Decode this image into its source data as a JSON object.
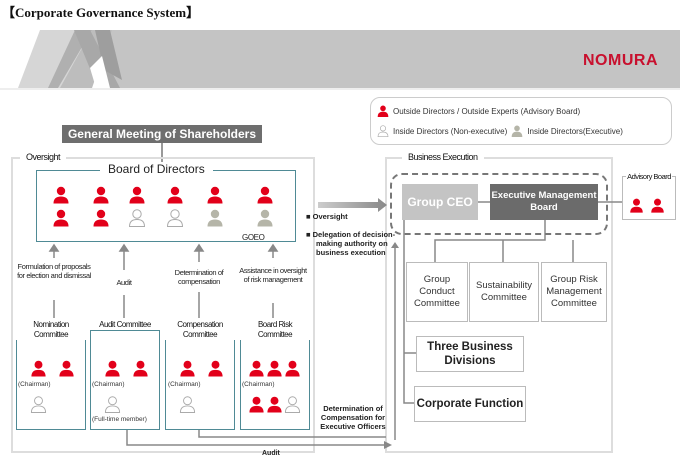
{
  "title": "【Corporate Governance System】",
  "logo": "NOMURA",
  "legend": {
    "outside": "Outside Directors / Outside Experts (Advisory Board)",
    "inside_non_exec": "Inside Directors (Non-executive)",
    "inside_exec": "Inside Directors(Executive)"
  },
  "colors": {
    "outside": "#e2001a",
    "inside_non_exec": "#ffffff",
    "inside_exec": "#b5b5a8",
    "teal_border": "#4f8a95",
    "brand": "#c8102e"
  },
  "general_meeting": "General Meeting of Shareholders",
  "oversight": {
    "label": "Oversight",
    "board": {
      "title": "Board of Directors",
      "members": [
        "outside",
        "outside",
        "outside",
        "outside",
        "outside",
        "outside",
        "outside",
        "outside",
        "inside_non_exec",
        "inside_non_exec",
        "inside_exec",
        "inside_exec"
      ],
      "geo_label": "GOEO"
    },
    "functions": [
      "Formulation of proposals for election and dismissal",
      "Audit",
      "Determination of compensation",
      "Assistance in oversight of risk management"
    ],
    "committees": [
      {
        "name": "Nomination Committee",
        "chair": "(Chairman)",
        "extra": ""
      },
      {
        "name": "Audit Committee",
        "chair": "(Chairman)",
        "extra": "(Full-time member)"
      },
      {
        "name": "Compensation Committee",
        "chair": "(Chairman)",
        "extra": ""
      },
      {
        "name": "Board Risk Committee",
        "chair": "(Chairman)",
        "extra": ""
      }
    ]
  },
  "notes": {
    "oversight": "Oversight",
    "delegation": "Delegation of decision-making authority on business execution",
    "compensation": "Determination of Compensation for Executive Officers",
    "audit": "Audit"
  },
  "business_execution": {
    "label": "Business Execution",
    "group_ceo": "Group CEO",
    "emb": "Executive Management Board",
    "advisory_board": "Advisory Board",
    "committees": [
      "Group Conduct Committee",
      "Sustainability Committee",
      "Group Risk Management Committee"
    ],
    "divisions": "Three Business Divisions",
    "corporate": "Corporate Function"
  }
}
